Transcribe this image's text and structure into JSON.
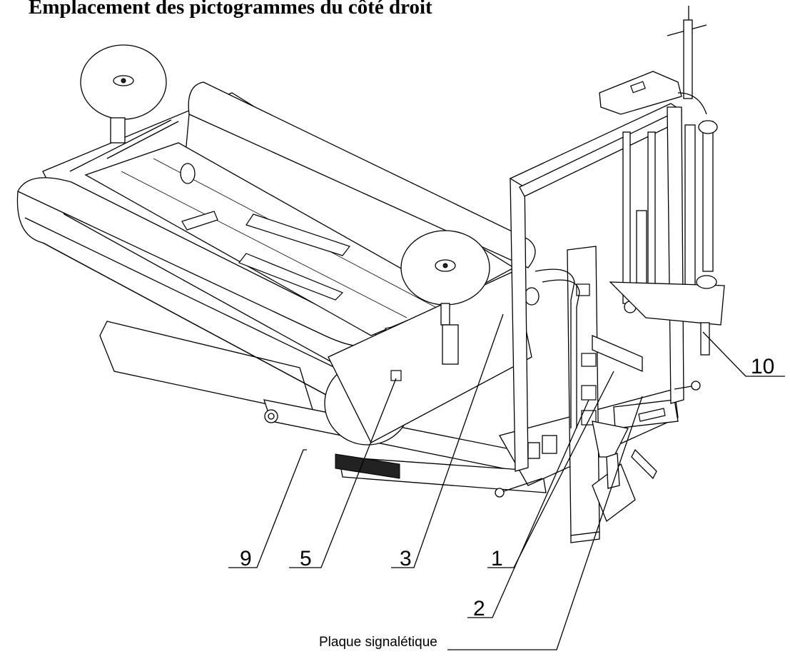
{
  "title": "Emplacement des pictogrammes du côté droit",
  "callouts": [
    "9",
    "5",
    "3",
    "1",
    "2",
    "10"
  ],
  "nameplate_label": "Plaque signalétique",
  "colors": {
    "ink": "#000000",
    "paper": "#ffffff"
  }
}
